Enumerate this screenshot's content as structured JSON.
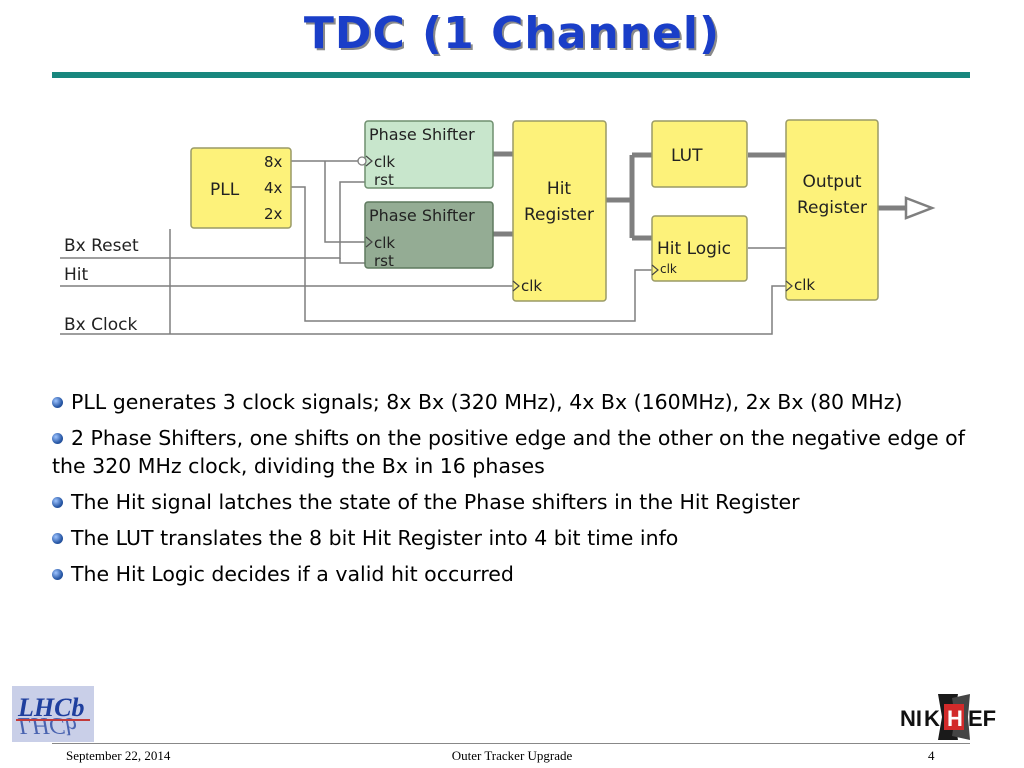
{
  "slide": {
    "title": "TDC (1 Channel)"
  },
  "diagram": {
    "pll": {
      "label": "PLL",
      "outputs": [
        "8x",
        "4x",
        "2x"
      ]
    },
    "phase_shifter_1": {
      "label": "Phase Shifter",
      "clk": "clk",
      "rst": "rst"
    },
    "phase_shifter_2": {
      "label": "Phase Shifter",
      "clk": "clk",
      "rst": "rst"
    },
    "hit_register": {
      "line1": "Hit",
      "line2": "Register",
      "clk": "clk"
    },
    "lut": {
      "label": "LUT"
    },
    "hit_logic": {
      "label": "Hit Logic",
      "clk": "clk"
    },
    "output_register": {
      "line1": "Output",
      "line2": "Register",
      "clk": "clk"
    },
    "inputs": {
      "bx_reset": "Bx Reset",
      "hit": "Hit",
      "bx_clock": "Bx Clock"
    },
    "colors": {
      "yellow": "#fdf27a",
      "green_light": "#c8e6cc",
      "green_dark": "#94ac94",
      "wire": "#7f7f7f"
    }
  },
  "bullets": [
    "PLL generates 3 clock signals; 8x Bx (320 MHz), 4x Bx (160MHz), 2x Bx (80 MHz)",
    "2 Phase Shifters, one shifts on the positive edge and the other on the negative edge of the 320 MHz clock, dividing the Bx in 16 phases",
    "The Hit signal latches the state of the Phase shifters in the Hit Register",
    "The LUT translates the 8 bit Hit Register into 4 bit time info",
    "The Hit Logic decides if a valid hit occurred"
  ],
  "logos": {
    "lhcb": "LHCb",
    "nikhef": "NIKHEF"
  },
  "footer": {
    "date": "September 22, 2014",
    "center": "Outer Tracker Upgrade",
    "page": "4"
  }
}
